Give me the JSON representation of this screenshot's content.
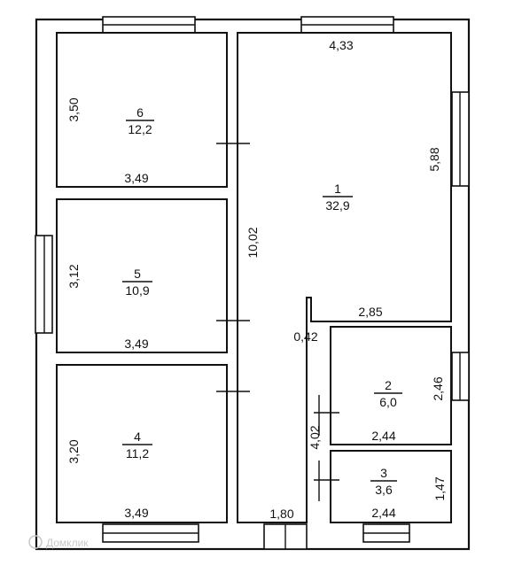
{
  "rooms": [
    {
      "id": "1",
      "number": "1",
      "area": "32,9"
    },
    {
      "id": "2",
      "number": "2",
      "area": "6,0"
    },
    {
      "id": "3",
      "number": "3",
      "area": "3,6"
    },
    {
      "id": "4",
      "number": "4",
      "area": "11,2"
    },
    {
      "id": "5",
      "number": "5",
      "area": "10,9"
    },
    {
      "id": "6",
      "number": "6",
      "area": "12,2"
    }
  ],
  "dimensions": {
    "room1_top": "4,33",
    "room1_right": "5,88",
    "room1_height": "10,02",
    "room1_step": "2,85",
    "room1_notch": "0,42",
    "corridor_depth": "4,02",
    "room1_bottom": "1,80",
    "room2_right": "2,46",
    "room2_bottom": "2,44",
    "room3_right": "1,47",
    "room3_bottom": "2,44",
    "room4_left": "3,20",
    "room4_bottom": "3,49",
    "room5_left": "3,12",
    "room5_bottom": "3,49",
    "room6_left": "3,50",
    "room6_bottom": "3,49"
  },
  "watermark": "Домклик"
}
